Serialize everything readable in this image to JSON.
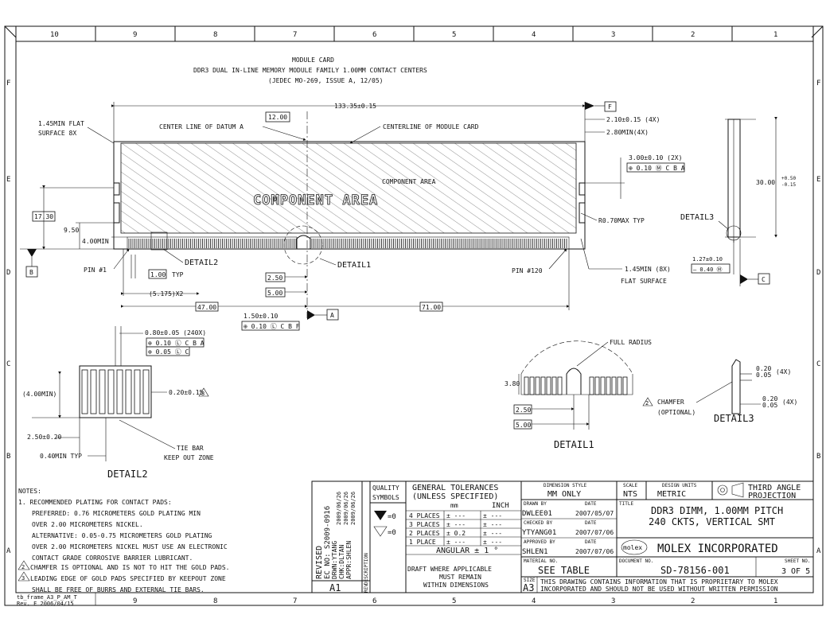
{
  "header": {
    "line1": "MODULE CARD",
    "line2": "DDR3 DUAL IN-LINE MEMORY MODULE FAMILY 1.00MM CONTACT CENTERS",
    "line3": "(JEDEC MO-269, ISSUE A, 12/05)"
  },
  "zones_top": [
    "10",
    "9",
    "8",
    "7",
    "6",
    "5",
    "4",
    "3",
    "2",
    "1"
  ],
  "zones_side": [
    "F",
    "E",
    "D",
    "C",
    "B",
    "A"
  ],
  "main_view": {
    "overall_width": "133.35±0.15",
    "center_line_datum": "CENTER LINE OF DATUM A",
    "centerline_card": "CENTERLINE OF MODULE CARD",
    "component_area_small": "COMPONENT AREA",
    "component_area_big": "COMPONENT  AREA",
    "flat_surface_left": "1.45MIN FLAT",
    "flat_surface_left2": "SURFACE 8X",
    "dim_1200": "12.00",
    "dim_1730": "17.30",
    "dim_950": "9.50",
    "dim_400min": "4.00MIN",
    "pin1": "PIN #1",
    "pin120": "PIN #120",
    "dim_100": "1.00",
    "typ": "TYP",
    "dim_5175": "(5.175)X2",
    "dim_4700": "47.00",
    "dim_250": "2.50",
    "dim_500": "5.00",
    "dim_7100": "71.00",
    "dim_150": "1.50±0.10",
    "tol_150": "⊕ 0.10 Ⓛ C B F",
    "detail1_label": "DETAIL1",
    "detail2_label": "DETAIL2",
    "datum_f": "F",
    "datum_a": "A",
    "datum_b": "B",
    "datum_c": "C",
    "dim_210": "2.10±0.15 (4X)",
    "dim_280": "2.80MIN(4X)",
    "dim_300": "3.00±0.10 (2X)",
    "tol_300": "⊕ 0.10 Ⓜ C B A",
    "r070": "R0.70MAX TYP",
    "flat_right1": "1.45MIN (8X)",
    "flat_right2": "FLAT SURFACE"
  },
  "side_view": {
    "dim_3000": "30.00",
    "dim_3000_tol_up": "+0.50",
    "dim_3000_tol_dn": "-0.15",
    "detail3": "DETAIL3",
    "dim_127": "1.27±0.10",
    "tol_127": "— 0.40 Ⓜ"
  },
  "detail2": {
    "title": "DETAIL2",
    "dim_080": "0.80±0.05 (240X)",
    "tol1": "⊕ 0.10 Ⓛ C B A",
    "tol2": "⊕ 0.05 Ⓛ C",
    "dim_400min": "(4.00MIN)",
    "dim_020": "0.20±0.15",
    "note3": "3",
    "dim_250": "2.50±0.20",
    "dim_040": "0.40MIN TYP",
    "tie_bar": "TIE BAR",
    "keep_out": "KEEP OUT ZONE"
  },
  "detail1": {
    "title": "DETAIL1",
    "full_radius": "FULL RADIUS",
    "dim_380": "3.80",
    "dim_250": "2.50",
    "dim_500": "5.00"
  },
  "detail3": {
    "title": "DETAIL3",
    "dim_020a": "0.20",
    "dim_005a": "0.05",
    "x4a": "(4X)",
    "dim_020b": "0.20",
    "dim_005b": "0.05",
    "x4b": "(4X)",
    "chamfer": "CHAMFER",
    "optional": "(OPTIONAL)",
    "note2": "2"
  },
  "notes": {
    "title": "NOTES:",
    "lines": [
      "1. RECOMMENDED PLATING FOR CONTACT PADS:",
      "PREFERRED: 0.76 MICROMETERS GOLD PLATING MIN",
      "OVER 2.00 MICROMETERS NICKEL.",
      "ALTERNATIVE: 0.05-0.75 MICROMETERS GOLD PLATING",
      "OVER 2.00 MICROMETERS NICKEL MUST USE AN ELECTRONIC",
      "CONTACT GRADE CORROSIVE BARRIER LUBRICANT.",
      "CHAMFER IS OPTIONAL AND IS NOT TO HIT THE GOLD PADS.",
      "LEADING EDGE OF GOLD PADS SPECIFIED BY KEEPOUT ZONE",
      "SHALL BE FREE OF BURRS AND EXTERNAL TIE BARS."
    ],
    "mark2": "2",
    "mark3": "3"
  },
  "revision": {
    "revised": "REVISED",
    "ecno": "EC NO: S2009-0916",
    "drwn": "DRWN:YTANG",
    "chk": "CHK:DLTAN",
    "appr": "APPR:SHLEN",
    "date1": "2009/06/26",
    "date2": "2009/06/26",
    "date3": "2009/06/26",
    "description": "DESCRIPTION",
    "rev": "A1",
    "rev_label": "REV"
  },
  "quality": {
    "label1": "QUALITY",
    "label2": "SYMBOLS",
    "sym1": "=0",
    "sym2": "=0"
  },
  "tolerances": {
    "title1": "GENERAL TOLERANCES",
    "title2": "(UNLESS SPECIFIED)",
    "mm": "mm",
    "inch": "INCH",
    "rows": [
      {
        "label": "4 PLACES",
        "mm": "± ---",
        "inch": "± ---"
      },
      {
        "label": "3 PLACES",
        "mm": "± ---",
        "inch": "± ---"
      },
      {
        "label": "2 PLACES",
        "mm": "± 0.2",
        "inch": "± ---"
      },
      {
        "label": "1 PLACE",
        "mm": "± ---",
        "inch": "± ---"
      }
    ],
    "angular": "ANGULAR ± 1 °",
    "draft1": "DRAFT WHERE APPLICABLE",
    "draft2": "MUST REMAIN",
    "draft3": "WITHIN DIMENSIONS"
  },
  "title_block": {
    "dim_style_label": "DIMENSION STYLE",
    "dim_style": "MM ONLY",
    "scale_label": "SCALE",
    "scale": "NTS",
    "units_label": "DESIGN UNITS",
    "units": "METRIC",
    "projection1": "THIRD ANGLE",
    "projection2": "PROJECTION",
    "drawn_by_label": "DRAWN BY",
    "drawn_by": "DWLEE01",
    "drawn_date": "2007/05/07",
    "checked_by_label": "CHECKED BY",
    "checked_by": "YTYANG01",
    "checked_date": "2007/07/06",
    "approved_by_label": "APPROVED BY",
    "approved_by": "SHLEN1",
    "approved_date": "2007/07/06",
    "date_label": "DATE",
    "title_label": "TITLE",
    "title1": "DDR3 DIMM, 1.00MM PITCH",
    "title2": "240 CKTS, VERTICAL SMT",
    "molex_logo": "molex",
    "company": "MOLEX INCORPORATED",
    "material_label": "MATERIAL NO.",
    "material": "SEE TABLE",
    "doc_label": "DOCUMENT NO.",
    "doc_no": "SD-78156-001",
    "sheet_label": "SHEET NO.",
    "sheet": "3 OF 5",
    "size_label": "SIZE",
    "size": "A3",
    "proprietary1": "THIS DRAWING CONTAINS INFORMATION THAT IS PROPRIETARY TO MOLEX",
    "proprietary2": "INCORPORATED AND SHOULD NOT BE USED WITHOUT WRITTEN PERMISSION"
  },
  "frame": {
    "template1": "tb_frame_A3_P_AM_T",
    "template2": "Rev. E  2006/04/15"
  }
}
